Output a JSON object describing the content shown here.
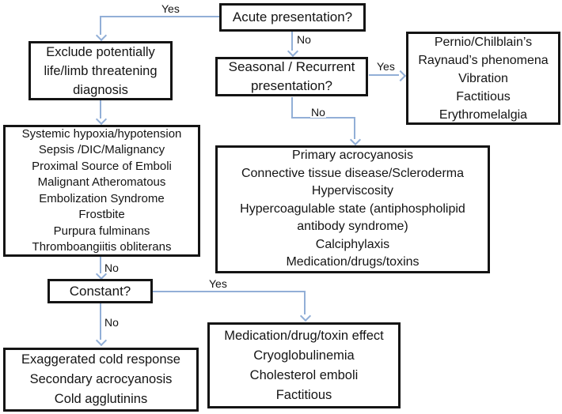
{
  "diagram": {
    "background_color": "#ffffff",
    "box_border_color": "#141414",
    "connector_color": "#92afd7",
    "boxes": {
      "acute": {
        "lines": [
          "Acute presentation?"
        ]
      },
      "exclude": {
        "lines": [
          "Exclude potentially",
          "life/limb threatening",
          "diagnosis"
        ]
      },
      "seasonal": {
        "lines": [
          "Seasonal / Recurrent",
          "presentation?"
        ]
      },
      "pernio": {
        "lines": [
          "Pernio/Chilblain’s",
          "Raynaud’s phenomena",
          "Vibration",
          "Factitious",
          "Erythromelalgia"
        ]
      },
      "systemic": {
        "lines": [
          "Systemic hypoxia/hypotension",
          "Sepsis /DIC/Malignancy",
          "Proximal Source of Emboli",
          "Malignant Atheromatous",
          "Embolization Syndrome",
          "Frostbite",
          "Purpura fulminans",
          "Thromboangiitis obliterans"
        ]
      },
      "primary": {
        "lines": [
          "Primary acrocyanosis",
          "Connective tissue disease/Scleroderma",
          "Hyperviscosity",
          "Hypercoagulable state (antiphospholipid",
          "antibody syndrome)",
          "Calciphylaxis",
          "Medication/drugs/toxins"
        ]
      },
      "constant": {
        "lines": [
          "Constant?"
        ]
      },
      "exaggerated": {
        "lines": [
          "Exaggerated cold response",
          "Secondary acrocyanosis",
          "Cold agglutinins"
        ]
      },
      "medication": {
        "lines": [
          "Medication/drug/toxin effect",
          "Cryoglobulinemia",
          "Cholesterol emboli",
          "Factitious"
        ]
      }
    },
    "labels": {
      "acute_yes": "Yes",
      "acute_no": "No",
      "seasonal_yes": "Yes",
      "seasonal_no": "No",
      "systemic_no": "No",
      "constant_yes": "Yes",
      "constant_no": "No"
    }
  }
}
